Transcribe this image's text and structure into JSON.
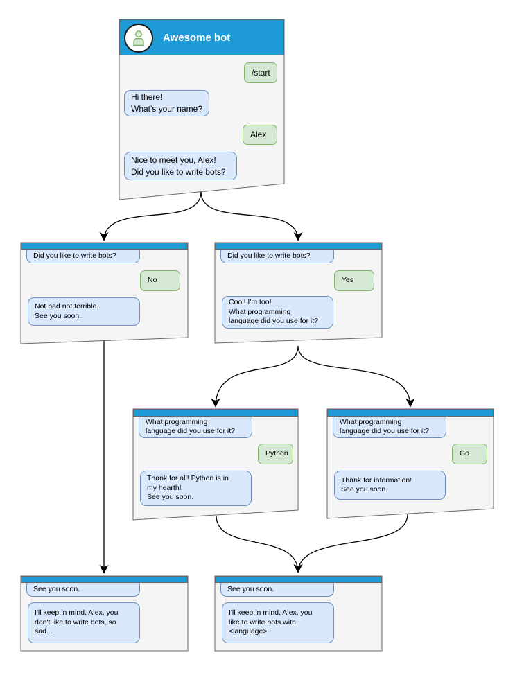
{
  "windows": {
    "main": {
      "title": "Awesome bot",
      "avatar": "person-icon",
      "messages": {
        "start": "/start",
        "greeting": "Hi there!\nWhat's your name?",
        "name": "Alex",
        "ask_bots": "Nice to meet you, Alex!\nDid you like to write bots?"
      }
    },
    "branch_no": {
      "question": "Did you like to write bots?",
      "answer": "No",
      "reply": "Not bad not terrible.\nSee you soon."
    },
    "branch_yes": {
      "question": "Did you like to write bots?",
      "answer": "Yes",
      "reply": "Cool! I'm too!\nWhat programming\nlanguage did you use for it?"
    },
    "branch_python": {
      "question": "What programming\nlanguage did you use for it?",
      "answer": "Python",
      "reply": "Thank for all! Python is in\nmy hearth!\nSee you soon."
    },
    "branch_go": {
      "question": "What programming\nlanguage did you use for it?",
      "answer": "Go",
      "reply": "Thank for information!\nSee you soon."
    },
    "end_no": {
      "question": "See you soon.",
      "reply": "I'll keep in mind, Alex, you\ndon't like to write bots, so\nsad..."
    },
    "end_yes": {
      "question": "See you soon.",
      "reply": "I'll keep in mind, Alex, you\nlike to write bots with\n<language>"
    }
  },
  "colors": {
    "header": "#1e9ad6",
    "window_bg": "#f5f5f5",
    "window_border": "#666666",
    "bot_bubble_bg": "#dae8fc",
    "bot_bubble_border": "#6c8ebf",
    "user_bubble_bg": "#d5e8d4",
    "user_bubble_border": "#82b366",
    "connector": "#000000"
  }
}
